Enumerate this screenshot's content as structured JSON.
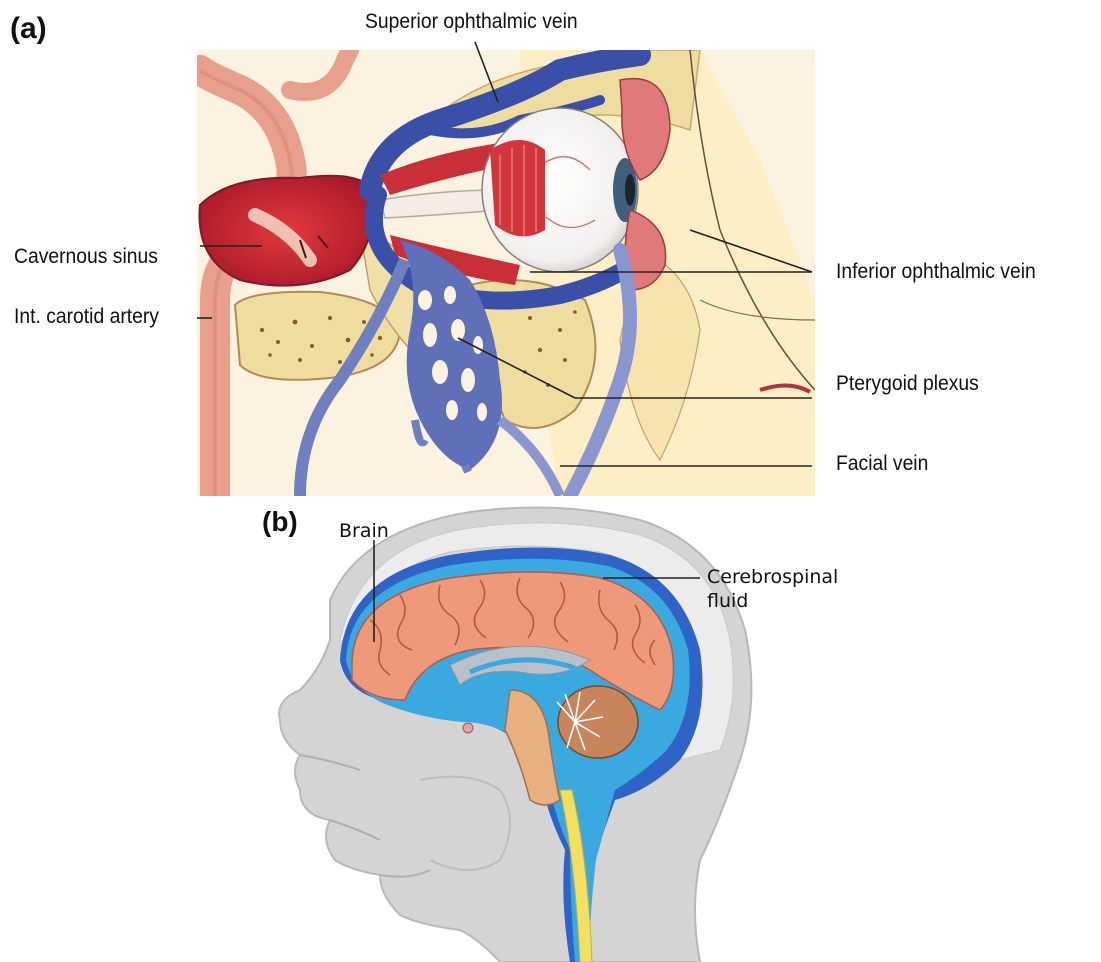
{
  "panel_a": {
    "label": "(a)",
    "labels": {
      "superior_ophthalmic_vein": "Superior ophthalmic vein",
      "cavernous_sinus": "Cavernous sinus",
      "int_carotid_artery": "Int. carotid artery",
      "inferior_ophthalmic_vein": "Inferior ophthalmic vein",
      "pterygoid_plexus": "Pterygoid plexus",
      "facial_vein": "Facial vein"
    }
  },
  "panel_b": {
    "label": "(b)",
    "labels": {
      "brain": "Brain",
      "csf_line1": "Cerebrospinal",
      "csf_line2": "fluid"
    }
  },
  "colors": {
    "vein_blue": "#3a4fa8",
    "artery_red": "#d8474a",
    "bone_tan": "#efdda0",
    "csf_blue": "#3aa9e0",
    "brain_salmon": "#ee9a7a",
    "head_gray": "#d4d4d4"
  }
}
